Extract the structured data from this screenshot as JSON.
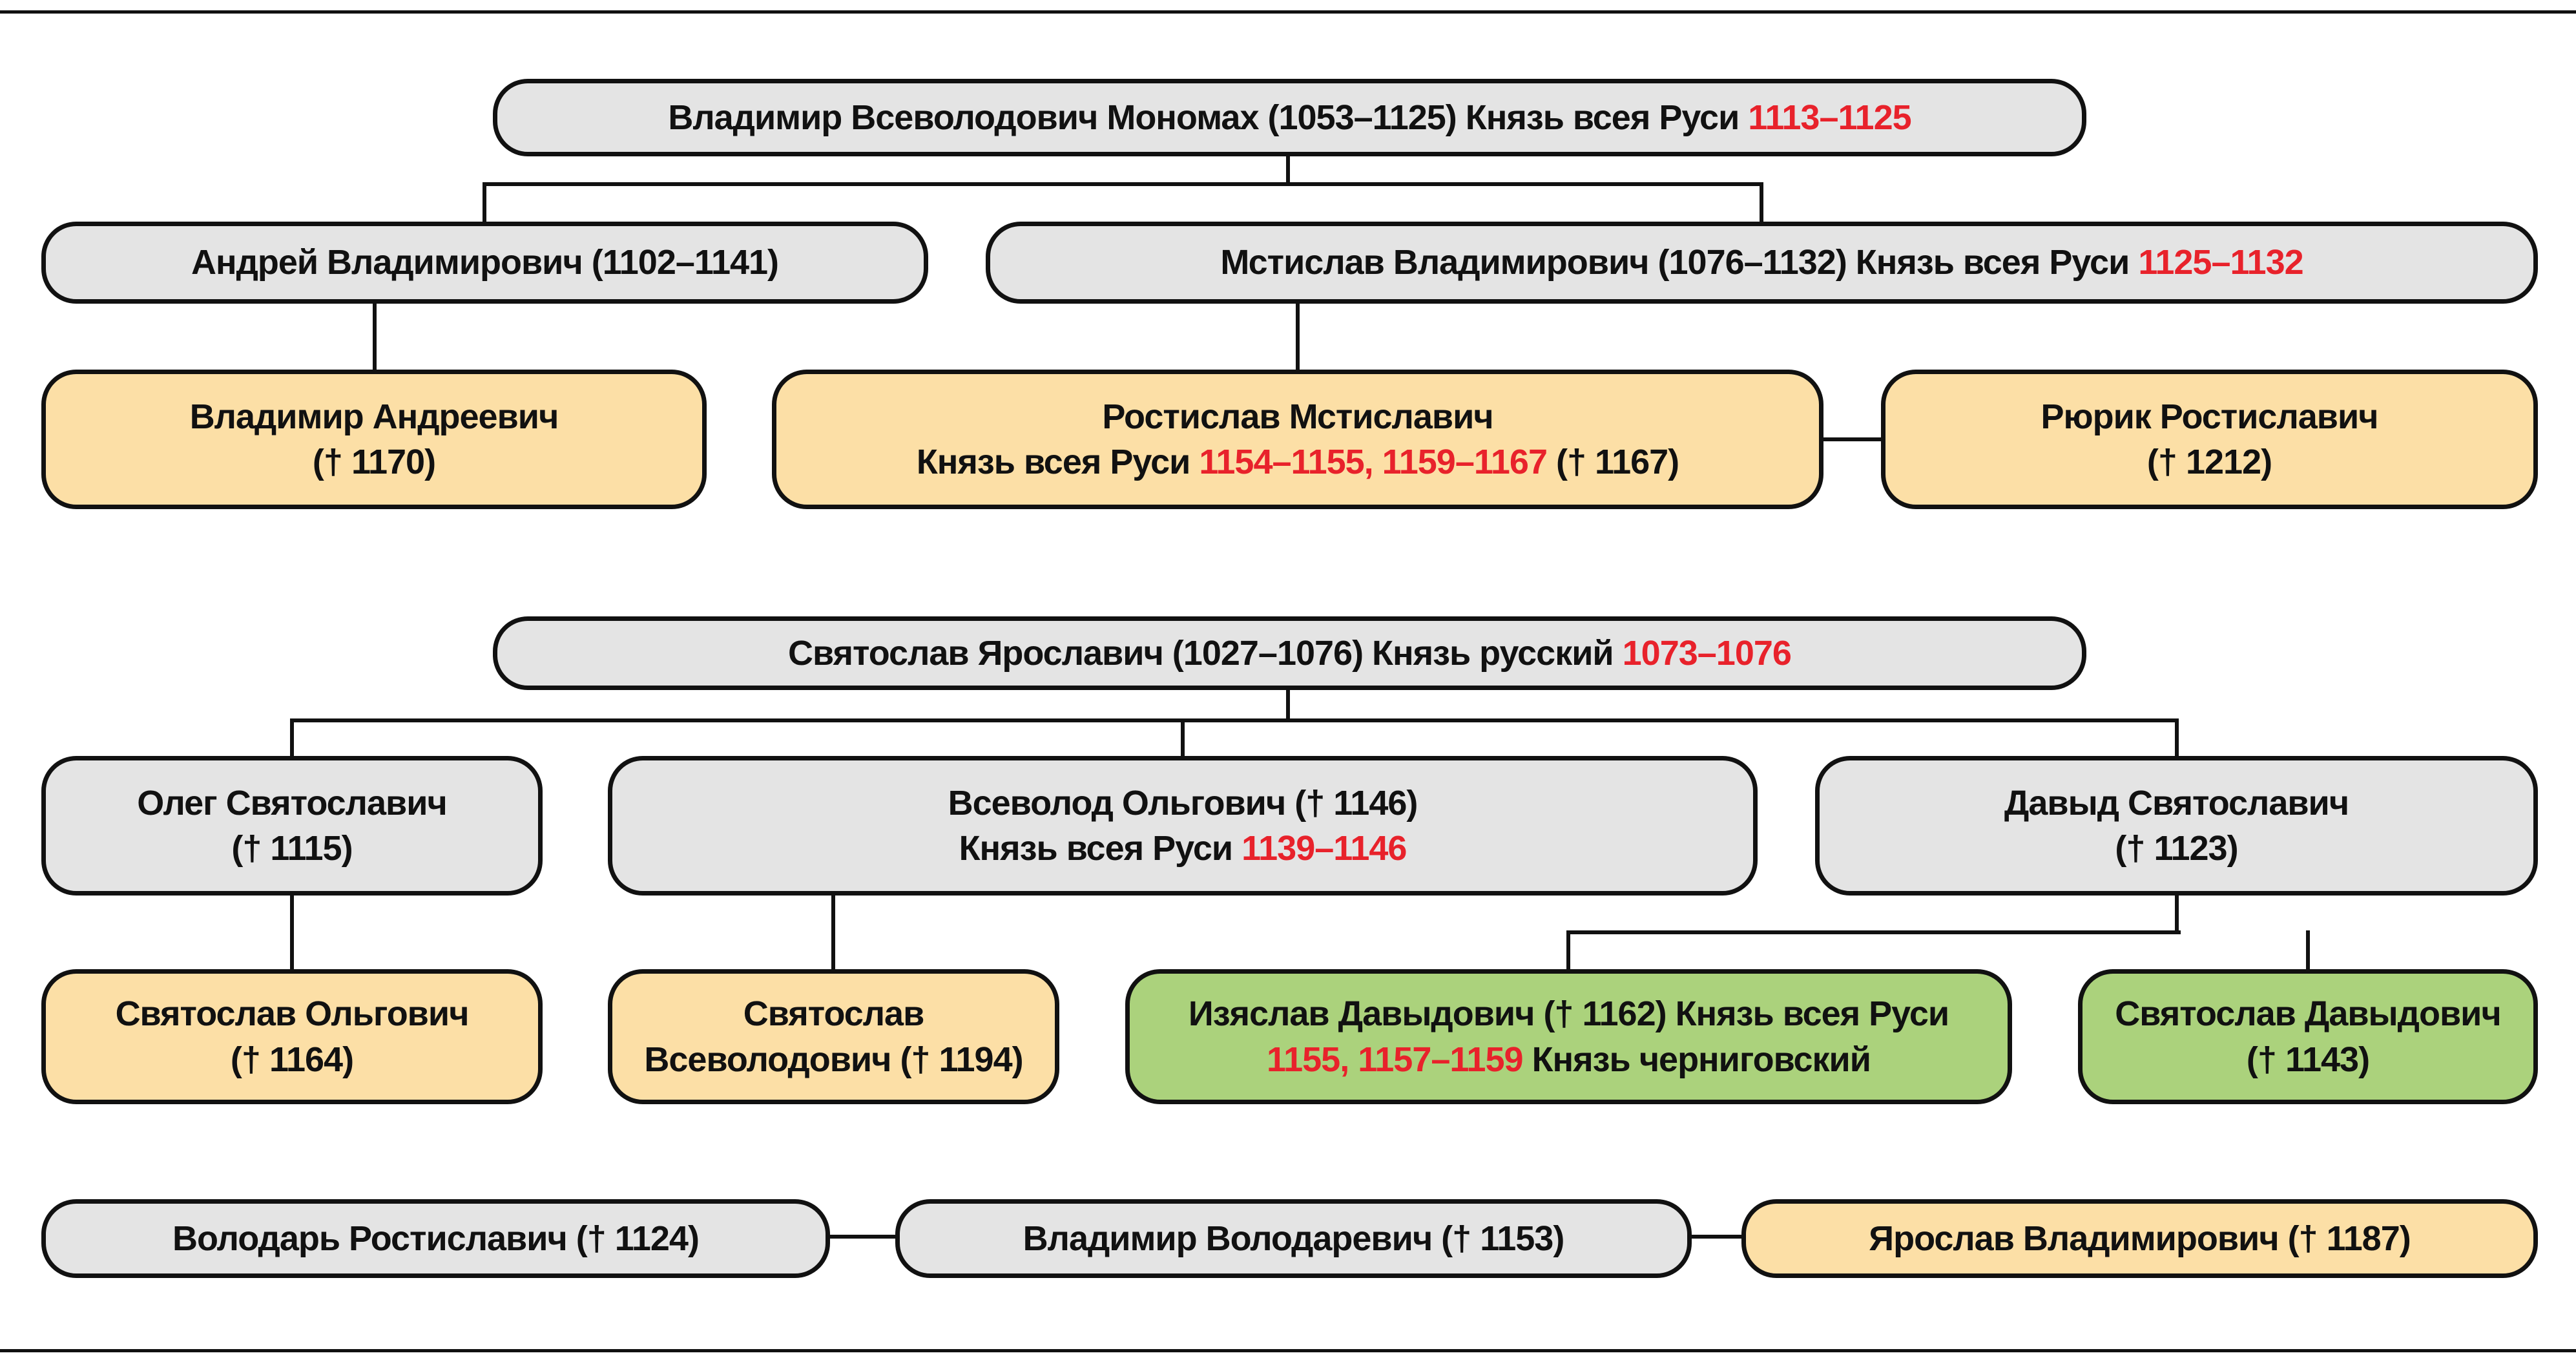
{
  "palette": {
    "gray": "#e4e4e4",
    "orange": "#fcdfa6",
    "green": "#abd27c",
    "red": "#e8222b",
    "ink": "#111111",
    "line": "#111111"
  },
  "nodes": {
    "monomakh": {
      "name": "Владимир Всеволодович Мономах (1053–1125) Князь всея Руси",
      "reign": "1113–1125"
    },
    "andrey": {
      "name": "Андрей Владимирович (1102–1141)"
    },
    "mstislav": {
      "name": "Мстислав Владимирович (1076–1132) Князь всея Руси",
      "reign": "1125–1132"
    },
    "vladimir_andreevich": {
      "name": "Владимир Андреевич",
      "death": "(† 1170)"
    },
    "rostislav": {
      "name": "Ростислав Мстиславич",
      "title": "Князь всея Руси",
      "reign": "1154–1155, 1159–1167",
      "death": "(† 1167)"
    },
    "ryurik": {
      "name": "Рюрик Ростиславич",
      "death": "(† 1212)"
    },
    "svyatoslav_yaroslavich": {
      "name": "Святослав Ярославич (1027–1076) Князь русский",
      "reign": "1073–1076"
    },
    "oleg": {
      "name": "Олег Святославич",
      "death": "(† 1115)"
    },
    "vsevolod": {
      "name": "Всеволод Ольгович († 1146)",
      "title": "Князь всея Руси",
      "reign": "1139–1146"
    },
    "davyd": {
      "name": "Давыд Святославич",
      "death": "(† 1123)"
    },
    "svyatoslav_olgovich": {
      "name": "Святослав Ольгович",
      "death": "(† 1164)"
    },
    "svyatoslav_vsevolodovich": {
      "line1": "Святослав",
      "line2": "Всеволодович († 1194)"
    },
    "izyaslav": {
      "line1": "Изяслав Давыдович († 1162) Князь всея Руси",
      "reign": "1155, 1157–1159",
      "suffix": "Князь черниговский"
    },
    "svyatoslav_davydovich": {
      "name": "Святослав Давыдович",
      "death": "(† 1143)"
    },
    "volodar": {
      "name": "Володарь Ростиславич († 1124)"
    },
    "vladimir_volodarevich": {
      "name": "Владимир Володаревич († 1153)"
    },
    "yaroslav": {
      "name": "Ярослав Владимирович († 1187)"
    }
  }
}
